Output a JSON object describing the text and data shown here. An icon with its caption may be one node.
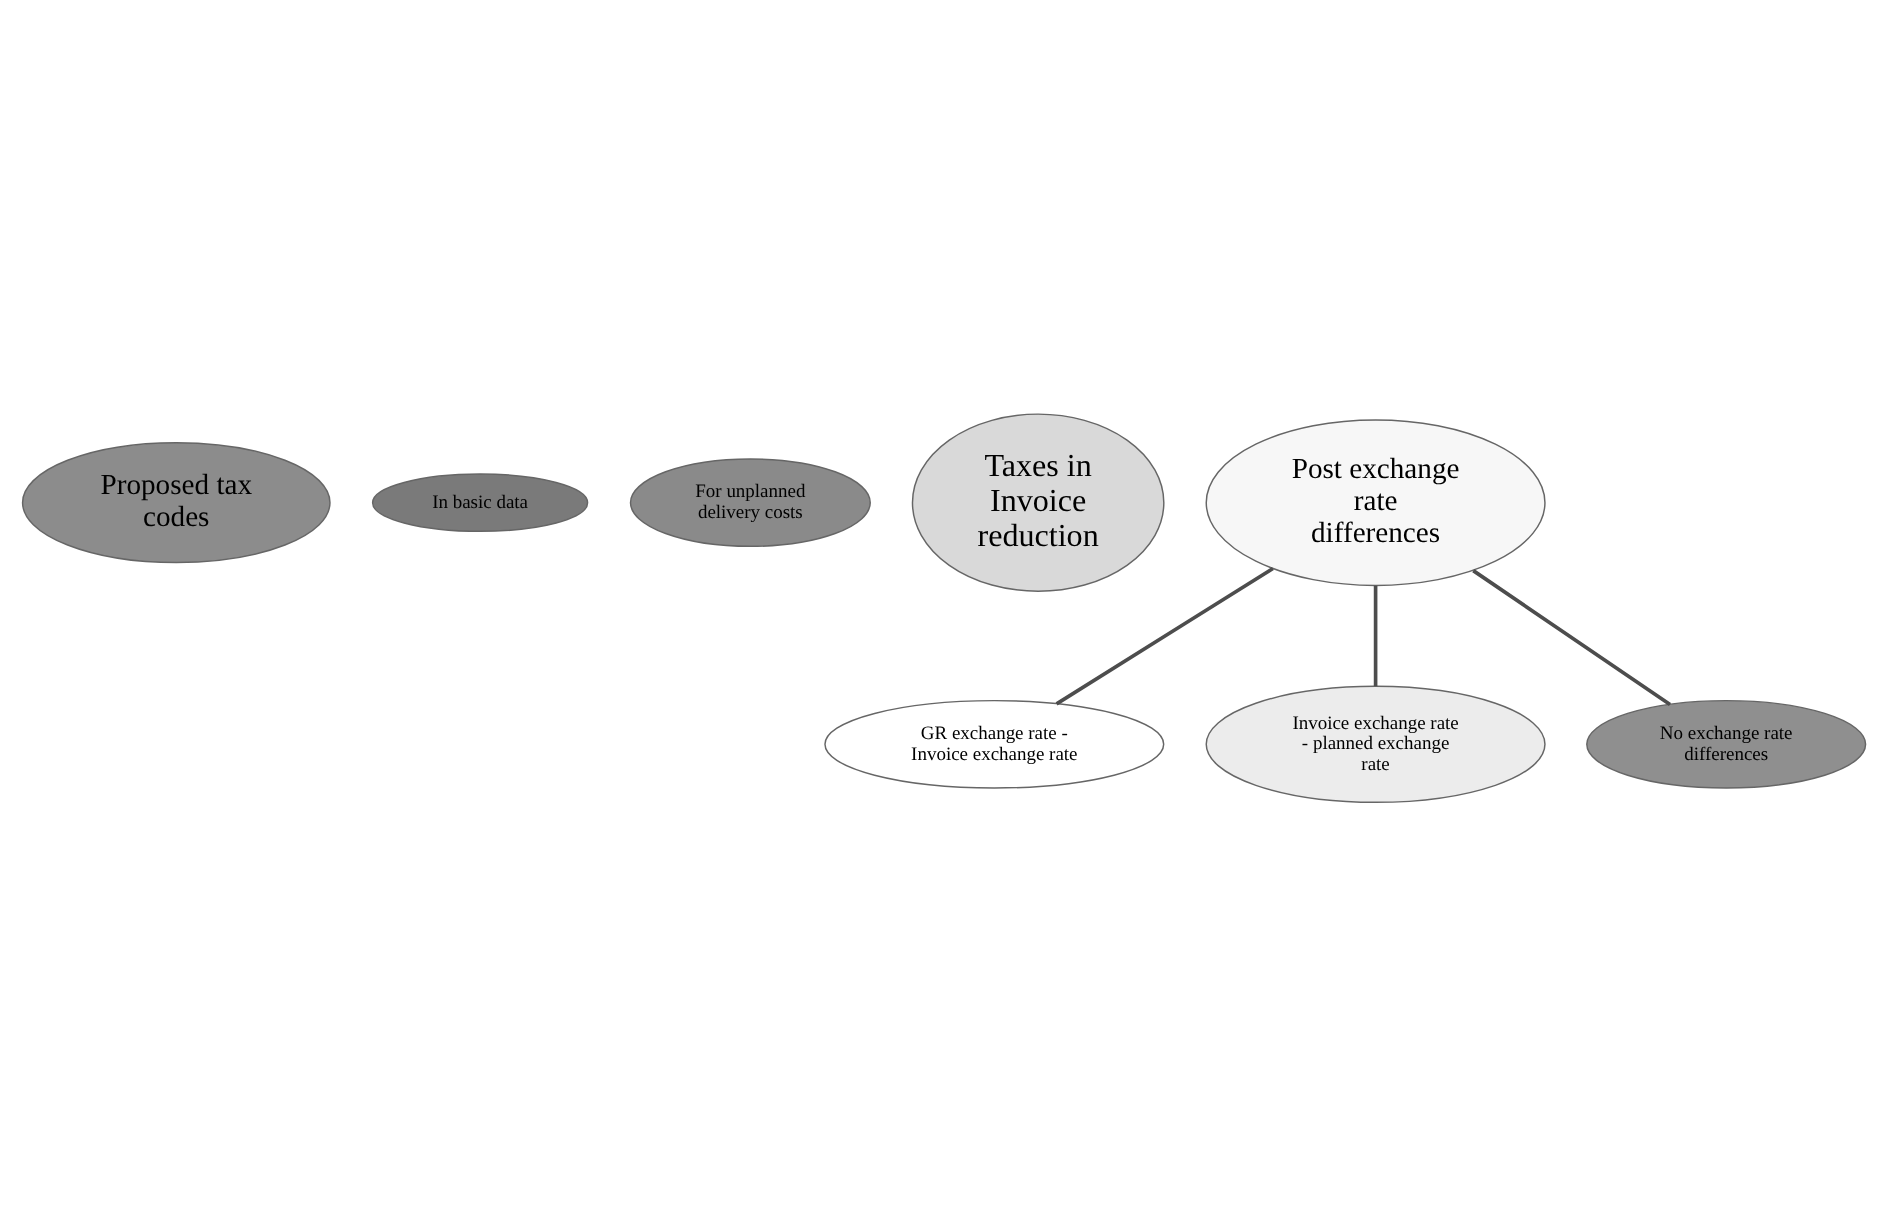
{
  "diagram": {
    "nodes": [
      {
        "text": [
          "Proposed tax codes"
        ]
      },
      {
        "text": [
          "In basic data"
        ]
      },
      {
        "text": [
          "For unplanned delivery costs"
        ]
      },
      {
        "text": [
          "Taxes in Invoice reduction"
        ]
      },
      {
        "text": [
          "Post exchange rate differences"
        ]
      },
      {
        "text": [
          "GR exchange rate - Invoice exchange rate"
        ]
      },
      {
        "text": [
          "Invoice exchange rate - planned exchange rate"
        ]
      },
      {
        "text": [
          "No exchange rate differences"
        ]
      }
    ],
    "edges": [
      {
        "from": 4,
        "to": 5,
        "arrow": "none"
      },
      {
        "from": 4,
        "to": 6,
        "arrow": "none"
      },
      {
        "from": 4,
        "to": 7,
        "arrow": "none"
      }
    ]
  }
}
